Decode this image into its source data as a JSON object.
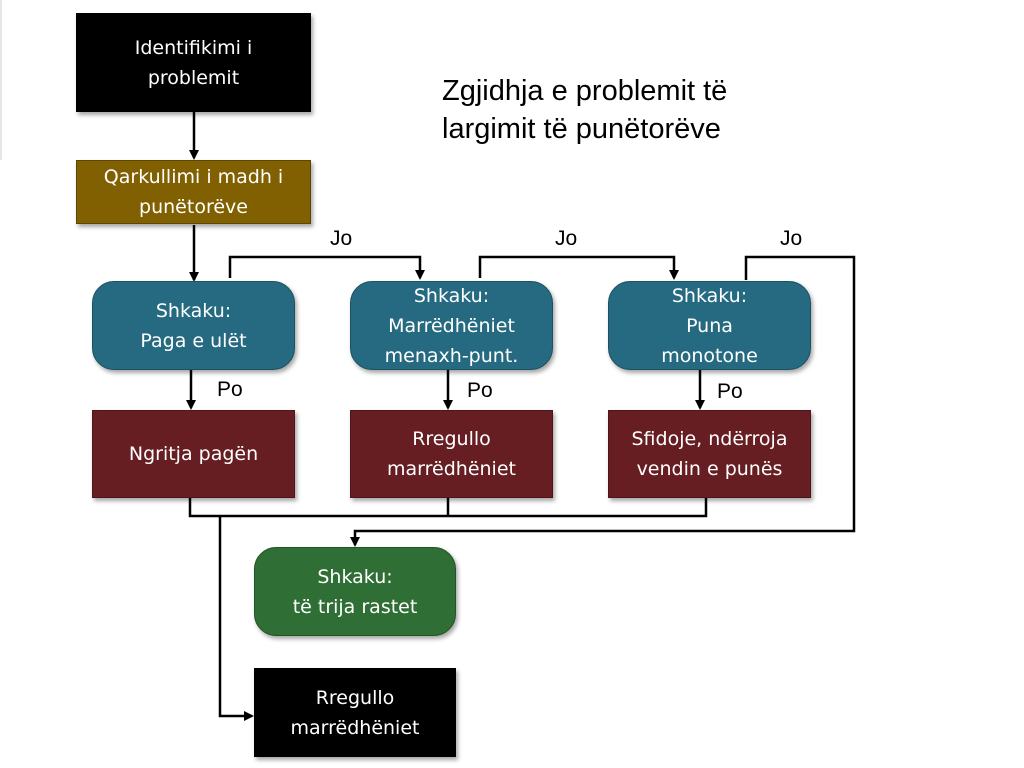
{
  "title": "Zgjidhja e problemit të\nlargimit të punëtorëve",
  "nodes": {
    "identify": "Identifikimi i\nproblemit",
    "turnover": "Qarkullimi i madh i\npunëtorëve",
    "cause_pay": "Shkaku:\nPaga e ulët",
    "cause_relations": "Shkaku:\nMarrëdhëniet\nmenaxh-punt.",
    "cause_monotone": "Shkaku:\nPuna\nmonotone",
    "action_pay": "Ngritja pagën",
    "action_relations": "Rregullo\nmarrëdhëniet",
    "action_monotone": "Sfidoje, ndërroja\nvendin e punës",
    "cause_all": "Shkaku:\ntë trija rastet",
    "final": "Rregullo\nmarrëdhëniet"
  },
  "labels": {
    "no_1": "Jo",
    "no_2": "Jo",
    "no_3": "Jo",
    "yes_1": "Po",
    "yes_2": "Po",
    "yes_3": "Po"
  },
  "colors": {
    "black": "#000000",
    "gold": "#806000",
    "teal": "#256a80",
    "maroon": "#661e22",
    "green": "#2f6e35"
  }
}
